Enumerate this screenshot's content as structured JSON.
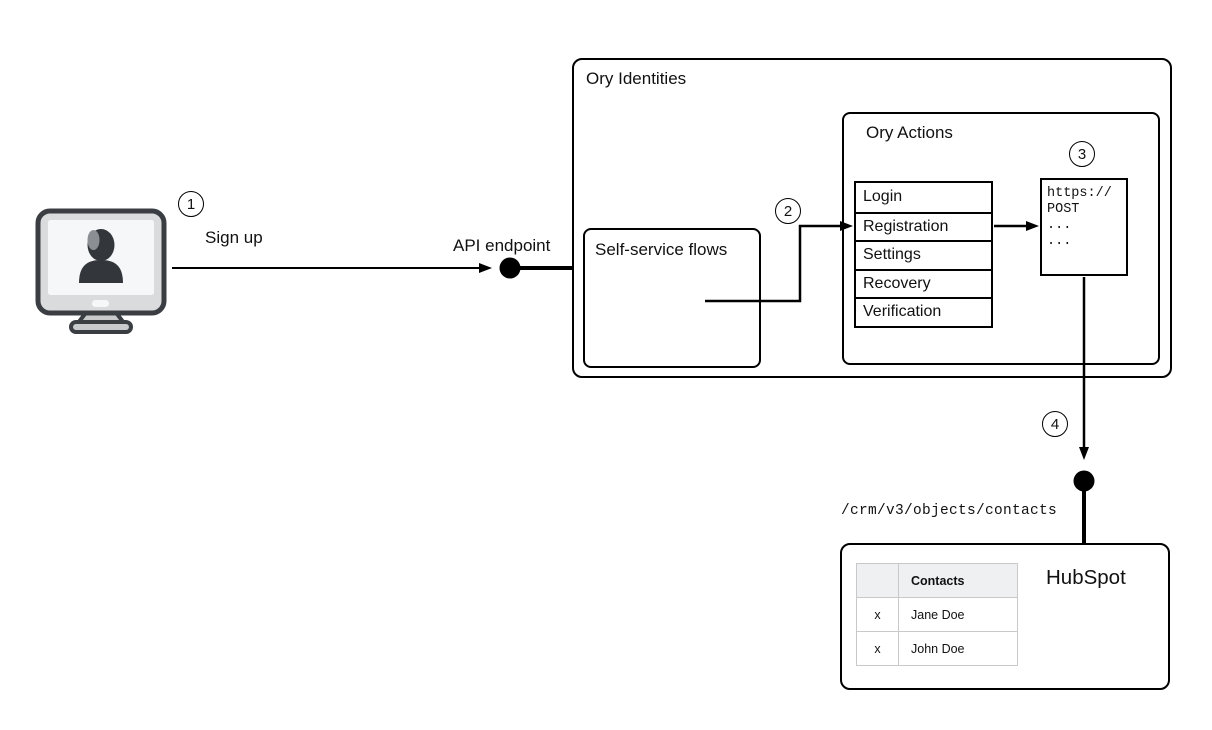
{
  "steps": {
    "one": "1",
    "two": "2",
    "three": "3",
    "four": "4"
  },
  "labels": {
    "sign_up": "Sign up",
    "api_endpoint": "API endpoint",
    "crm_path": "/crm/v3/objects/contacts"
  },
  "ory_identities": {
    "title": "Ory Identities"
  },
  "self_service": {
    "title": "Self-service flows"
  },
  "ory_actions": {
    "title": "Ory Actions",
    "flows": [
      "Login",
      "Registration",
      "Settings",
      "Recovery",
      "Verification"
    ]
  },
  "webhook": {
    "code_lines": [
      "https://",
      "POST",
      "...",
      "..."
    ]
  },
  "hubspot": {
    "title": "HubSpot",
    "table": {
      "header_contacts": "Contacts",
      "rows": [
        {
          "col1": "x",
          "col2": "Jane Doe"
        },
        {
          "col1": "x",
          "col2": "John Doe"
        }
      ]
    }
  },
  "colors": {
    "line": "#000000",
    "box_border": "#000000",
    "monitor_frame": "#3a3e43",
    "monitor_body": "#d9dbdd",
    "monitor_screen": "#f6f7f8",
    "silhouette": "#33373c",
    "table_header_bg": "#eef0f1",
    "table_border": "#c9c9c9"
  }
}
